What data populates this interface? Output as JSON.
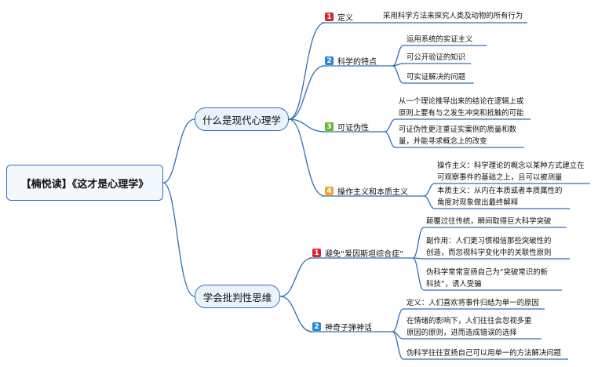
{
  "root": {
    "label": "【楠悦读】《这才是心理学》"
  },
  "main_topics": [
    {
      "label": "什么是现代心理学",
      "branches": [
        {
          "number": "1",
          "label": "定义",
          "leaves": [
            "采用科学方法来探究人类及动物的所有行为"
          ]
        },
        {
          "number": "2",
          "label": "科学的特点",
          "leaves": [
            "运用系统的实证主义",
            "可公开验证的知识",
            "可实证解决的问题"
          ]
        },
        {
          "number": "3",
          "label": "可证伪性",
          "leaves": [
            [
              "从一个理论推导出来的结论在逻辑上或",
              "原则上要有与之发生冲突和抵触的可能"
            ],
            [
              "可证伪性更注重证实案例的质量和数",
              "量，并能寻求概念上的改变"
            ]
          ]
        },
        {
          "number": "4",
          "label": "操作主义和本质主义",
          "leaves": [
            [
              "操作主义：科学理论的概念以某种方式建立在",
              "可观察事件的基础之上，且可以被测量"
            ],
            [
              "本质主义：从内在本质或者本质属性的",
              "角度对现象做出最终解释"
            ]
          ]
        }
      ]
    },
    {
      "label": "学会批判性思维",
      "branches": [
        {
          "number": "1",
          "label": "避免“爱因斯坦综合症”",
          "leaves": [
            "颠覆过往传统，瞬间取得巨大科学突破",
            [
              "副作用：人们更习惯相信那些突破性的",
              "创造，而忽视科学变化中的关联性原则"
            ],
            [
              "伪科学常常宣扬自己为“突破常识的新",
              "科技”，诱人受骗"
            ]
          ]
        },
        {
          "number": "2",
          "label": "神奇子弹神话",
          "leaves": [
            "定义：人们喜欢将事件归结为单一的原因",
            [
              "在情绪的影响下，人们往往会忽视多重",
              "原因的原则，进而造成错误的选择"
            ],
            "伪科学往往宣扬自己可以用单一的方法解决问题"
          ]
        }
      ]
    }
  ],
  "colors": {
    "line": "#2f6fb5",
    "badge_1": "#d7262c",
    "badge_2": "#2b86d9",
    "badge_3": "#6ab32e",
    "badge_4": "#f3a629"
  }
}
